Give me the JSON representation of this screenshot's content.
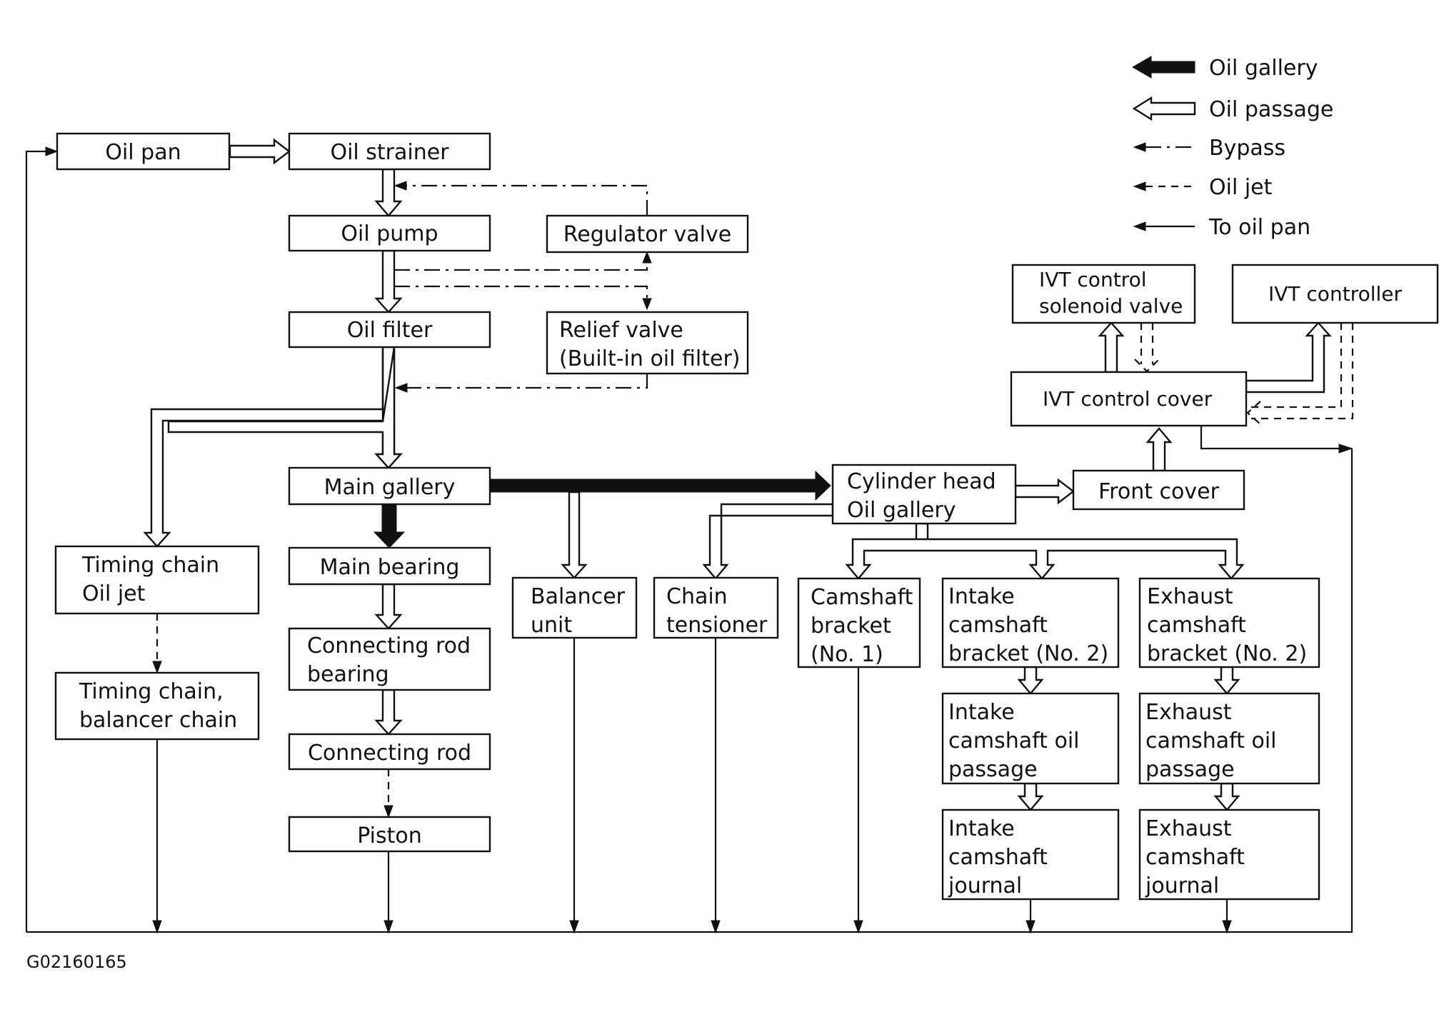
{
  "legend": {
    "oil_gallery": "Oil gallery",
    "oil_passage": "Oil passage",
    "bypass": "Bypass",
    "oil_jet": "Oil jet",
    "to_oil_pan": "To oil pan"
  },
  "nodes": {
    "oil_pan": [
      "Oil pan"
    ],
    "oil_strainer": [
      "Oil strainer"
    ],
    "oil_pump": [
      "Oil pump"
    ],
    "regulator_valve": [
      "Regulator valve"
    ],
    "oil_filter": [
      "Oil filter"
    ],
    "relief_valve": [
      "Relief valve",
      "(Built-in oil filter)"
    ],
    "main_gallery": [
      "Main gallery"
    ],
    "timing_chain_oil_jet": [
      "Timing chain",
      "Oil jet"
    ],
    "timing_chain_balancer": [
      "Timing chain,",
      "balancer chain"
    ],
    "main_bearing": [
      "Main bearing"
    ],
    "connecting_rod_bearing": [
      "Connecting rod",
      "bearing"
    ],
    "connecting_rod": [
      "Connecting rod"
    ],
    "piston": [
      "Piston"
    ],
    "balancer_unit": [
      "Balancer",
      "unit"
    ],
    "chain_tensioner": [
      "Chain",
      "tensioner"
    ],
    "cylinder_head_gallery": [
      "Cylinder head",
      "Oil gallery"
    ],
    "front_cover": [
      "Front cover"
    ],
    "ivt_control_solenoid": [
      "IVT control",
      "solenoid valve"
    ],
    "ivt_controller": [
      "IVT controller"
    ],
    "ivt_control_cover": [
      "IVT control cover"
    ],
    "camshaft_bracket_1": [
      "Camshaft",
      "bracket",
      "(No. 1)"
    ],
    "intake_bracket_2": [
      "Intake",
      "camshaft",
      "bracket (No. 2)"
    ],
    "exhaust_bracket_2": [
      "Exhaust",
      "camshaft",
      "bracket (No. 2)"
    ],
    "intake_oil_passage": [
      "Intake",
      "camshaft oil",
      "passage"
    ],
    "exhaust_oil_passage": [
      "Exhaust",
      "camshaft oil",
      "passage"
    ],
    "intake_journal": [
      "Intake",
      "camshaft",
      "journal"
    ],
    "exhaust_journal": [
      "Exhaust",
      "camshaft",
      "journal"
    ]
  },
  "figure_code": "G02160165"
}
